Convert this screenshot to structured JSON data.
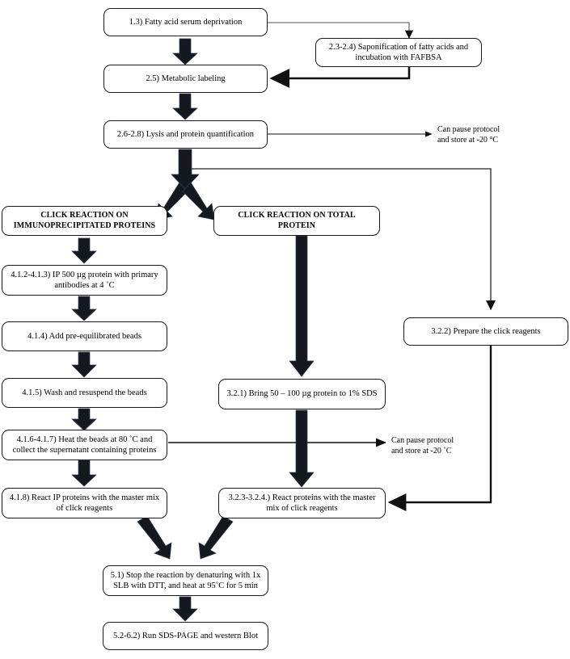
{
  "diagram": {
    "title": "Protein fatty-acylation click chemistry protocol flowchart",
    "ink_color": "#111111",
    "box_border_color": "#1a1a1a",
    "background": "#ffffff",
    "nodes": [
      {
        "id": "n1_3",
        "label": "1.3) Fatty acid serum deprivation"
      },
      {
        "id": "n2_3_2_4",
        "label": "2.3-2.4) Saponification of fatty acids and incubation with FAFBSA"
      },
      {
        "id": "n2_5",
        "label": "2.5) Metabolic labeling"
      },
      {
        "id": "n2_6_2_8",
        "label": "2.6-2.8) Lysis and protein quantification"
      },
      {
        "id": "hdr_ip",
        "label": "CLICK REACTION ON IMMUNOPRECIPITATED PROTEINS"
      },
      {
        "id": "hdr_total",
        "label": "CLICK REACTION ON TOTAL PROTEIN"
      },
      {
        "id": "n4_1_2",
        "label": "4.1.2-4.1.3) IP 500 µg protein with primary antibodies at 4 ˚C"
      },
      {
        "id": "n4_1_4",
        "label": "4.1.4) Add pre-equilibrated beads"
      },
      {
        "id": "n4_1_5",
        "label": "4.1.5) Wash and resuspend the beads"
      },
      {
        "id": "n4_1_6",
        "label": "4.1.6-4.1.7) Heat the beads at 80 ˚C and collect the supernatant containing proteins"
      },
      {
        "id": "n4_1_8",
        "label": "4.1.8) React IP proteins with the master mix of click reagents"
      },
      {
        "id": "n3_2_1",
        "label": "3.2.1) Bring 50 – 100 µg protein to 1% SDS"
      },
      {
        "id": "n3_2_2",
        "label": "3.2.2) Prepare the click reagents"
      },
      {
        "id": "n3_2_3",
        "label": "3.2.3-3.2.4.) React proteins with the master mix of click reagents"
      },
      {
        "id": "n5_1",
        "label": "5.1) Stop the reaction by denaturing with 1x SLB with DTT, and heat at 95˚C for 5 min"
      },
      {
        "id": "n5_2",
        "label": "5.2-6.2) Run SDS-PAGE and western Blot"
      }
    ],
    "notes": [
      {
        "id": "pause_top",
        "label": "Can pause protocol\nand store at -20 °C"
      },
      {
        "id": "pause_bottom",
        "label": "Can pause protocol\nand store at -20 ˚C"
      }
    ],
    "edges": [
      {
        "from": "n1_3",
        "to": "n2_3_2_4",
        "style": "thin"
      },
      {
        "from": "n1_3",
        "to": "n2_5",
        "style": "fat"
      },
      {
        "from": "n2_3_2_4",
        "to": "n2_5",
        "style": "thin-bold"
      },
      {
        "from": "n2_5",
        "to": "n2_6_2_8",
        "style": "fat"
      },
      {
        "from": "n2_6_2_8",
        "to": "pause_top",
        "style": "thin"
      },
      {
        "from": "n2_6_2_8",
        "to": "hdr_ip",
        "style": "fat-diagonal"
      },
      {
        "from": "n2_6_2_8",
        "to": "hdr_total",
        "style": "fat-diagonal"
      },
      {
        "from": "n2_6_2_8",
        "to": "n3_2_2",
        "style": "thin"
      },
      {
        "from": "hdr_ip",
        "to": "n4_1_2",
        "style": "fat"
      },
      {
        "from": "n4_1_2",
        "to": "n4_1_4",
        "style": "fat"
      },
      {
        "from": "n4_1_4",
        "to": "n4_1_5",
        "style": "fat"
      },
      {
        "from": "n4_1_5",
        "to": "n4_1_6",
        "style": "fat"
      },
      {
        "from": "n4_1_6",
        "to": "pause_bottom",
        "style": "thin"
      },
      {
        "from": "n4_1_6",
        "to": "n4_1_8",
        "style": "fat"
      },
      {
        "from": "hdr_total",
        "to": "n3_2_1",
        "style": "fat"
      },
      {
        "from": "n3_2_1",
        "to": "n3_2_3",
        "style": "fat"
      },
      {
        "from": "n3_2_2",
        "to": "n3_2_3",
        "style": "thin-bold"
      },
      {
        "from": "n4_1_8",
        "to": "n5_1",
        "style": "fat-diagonal"
      },
      {
        "from": "n3_2_3",
        "to": "n5_1",
        "style": "fat-diagonal"
      },
      {
        "from": "n5_1",
        "to": "n5_2",
        "style": "fat"
      }
    ]
  }
}
